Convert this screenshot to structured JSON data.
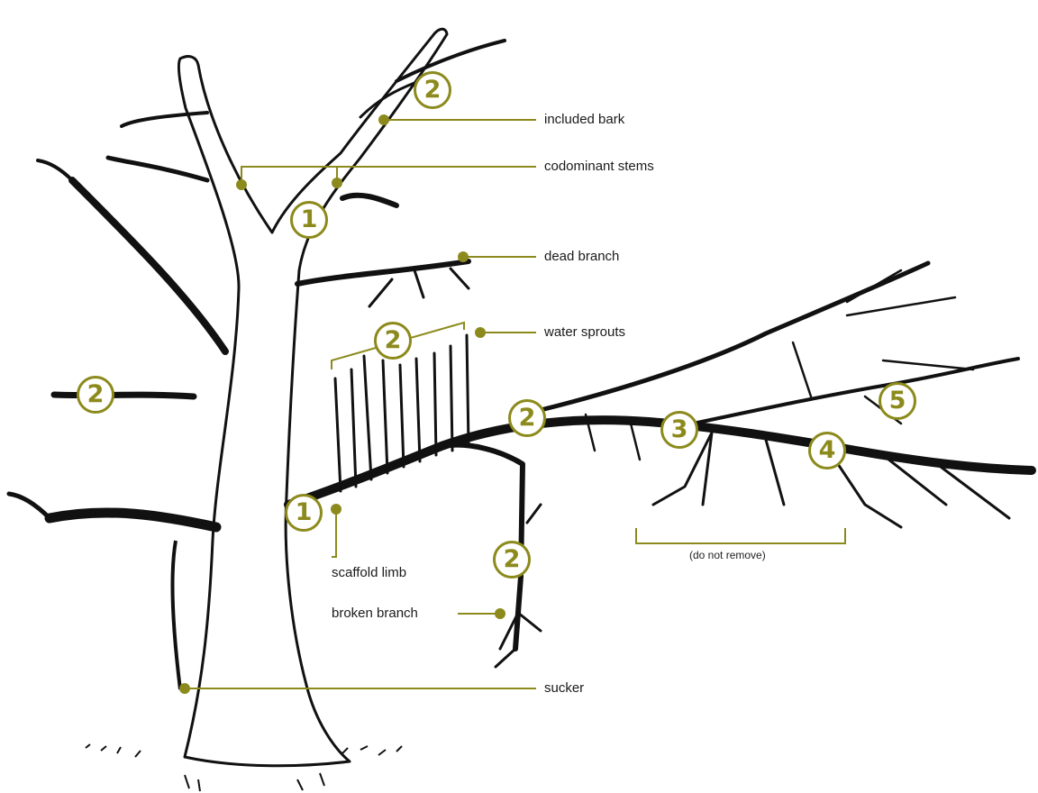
{
  "labels": {
    "included_bark": "included bark",
    "codominant_stems": "codominant stems",
    "dead_branch": "dead branch",
    "water_sprouts": "water sprouts",
    "scaffold_limb": "scaffold limb",
    "broken_branch": "broken branch",
    "sucker": "sucker",
    "do_not_remove": "(do not remove)"
  },
  "badges": {
    "b_top": "2",
    "b_codom": "1",
    "b_water": "2",
    "b_left": "2",
    "b_scaffold": "1",
    "b_mid": "2",
    "b_three": "3",
    "b_four": "4",
    "b_five": "5",
    "b_broken": "2"
  },
  "colors": {
    "accent": "#8c8a1c",
    "ink": "#111111",
    "text": "#1a1a1a"
  }
}
